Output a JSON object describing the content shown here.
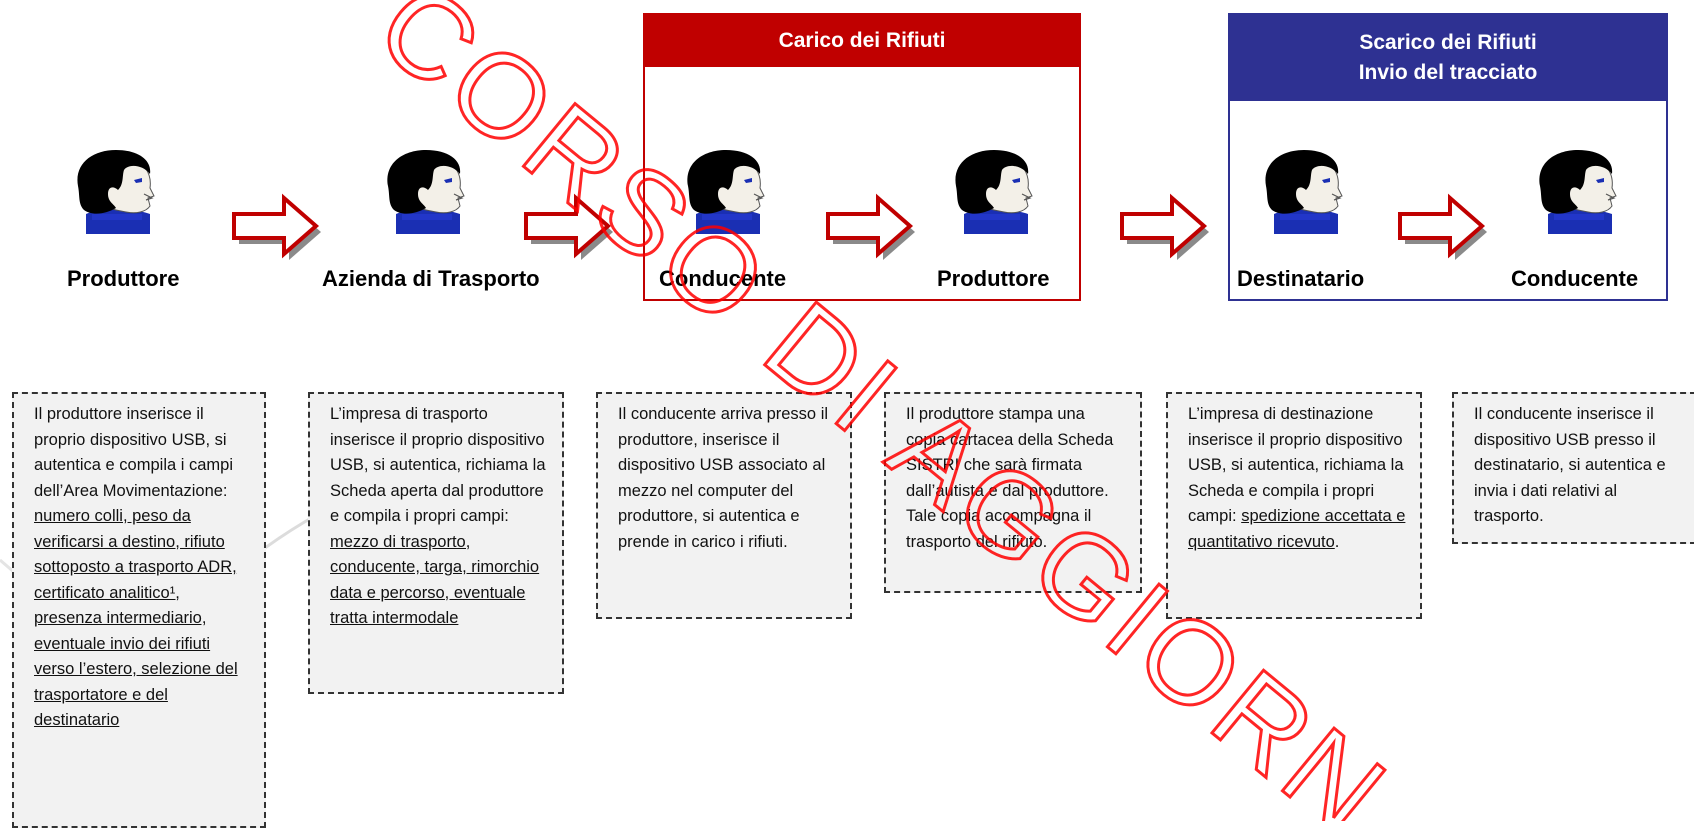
{
  "colors": {
    "carico": "#c00000",
    "scarico": "#2e3192",
    "arrow": "#c00000",
    "watermark": "#ff0000"
  },
  "groups": {
    "carico": {
      "title": "Carico dei Rifiuti"
    },
    "scarico": {
      "title": "Scarico dei Rifiuti\nInvio del tracciato"
    }
  },
  "actors": [
    {
      "label": "Produttore",
      "icon": "person-icon"
    },
    {
      "label": "Azienda di Trasporto",
      "icon": "person-icon"
    },
    {
      "label": "Conducente",
      "icon": "person-icon"
    },
    {
      "label": "Produttore",
      "icon": "person-icon"
    },
    {
      "label": "Destinatario",
      "icon": "person-icon"
    },
    {
      "label": "Conducente",
      "icon": "person-icon"
    }
  ],
  "notes": [
    {
      "plain": "Il produttore inserisce il proprio dispositivo USB, si autentica e compila i campi dell’Area Movimentazione: ",
      "underlined": "numero colli, peso da verificarsi a destino, rifiuto sottoposto a trasporto ADR, certificato analitico¹, presenza intermediario, eventuale invio dei rifiuti verso l’estero, selezione del trasportatore e del destinatario",
      "suffix": ""
    },
    {
      "plain": "L’impresa di trasporto inserisce il proprio dispositivo USB, si autentica, richiama la Scheda aperta dal produttore e compila i propri campi: ",
      "underlined": "mezzo di trasporto, conducente, targa, rimorchio data e percorso, eventuale tratta intermodale",
      "suffix": ""
    },
    {
      "plain": "Il conducente arriva presso il produttore, inserisce il dispositivo USB associato al mezzo nel computer del produttore, si autentica e prende in carico i rifiuti.",
      "underlined": "",
      "suffix": ""
    },
    {
      "plain": "Il produttore stampa una copia cartacea della Scheda SISTRI che sarà firmata dall’autista e dal produttore. Tale copia accompagna il trasporto del rifiuto.",
      "underlined": "",
      "suffix": ""
    },
    {
      "plain": "L’impresa di destinazione inserisce il proprio dispositivo USB, si autentica, richiama la Scheda e compila i propri campi: ",
      "underlined": "spedizione accettata e quantitativo ricevuto",
      "suffix": "."
    },
    {
      "plain": "Il conducente inserisce il dispositivo USB presso il destinatario, si autentica e invia i dati relativi al trasporto.",
      "underlined": "",
      "suffix": ""
    }
  ],
  "watermark": {
    "text": "CORSO DI AGGIORNAMENTO"
  }
}
